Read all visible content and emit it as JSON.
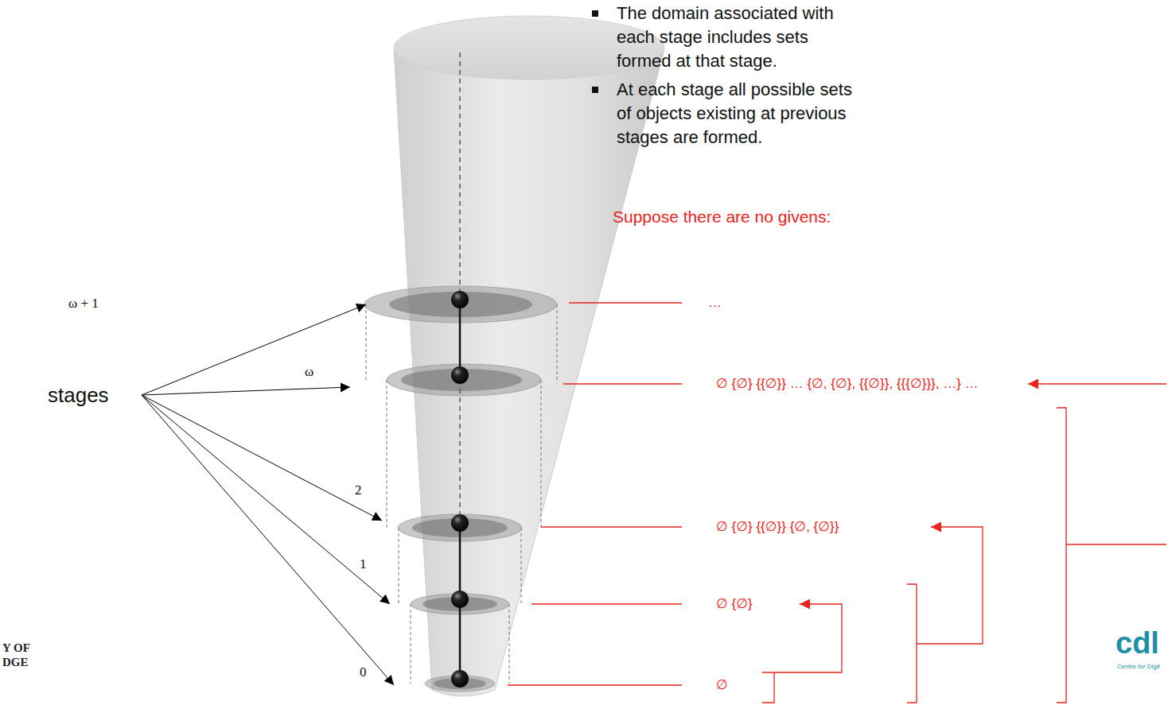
{
  "diagram": {
    "labels": [
      "The domain associated with each stage includes sets formed at that stage.",
      "At each stage all possible sets of objects existing at previous stages are formed.",
      "Suppose there are no givens:",
      "stages",
      "ω + 1",
      "ω",
      "2",
      "1",
      "0",
      "…",
      "∅ {∅} {{∅}} … {∅, {∅}, {{∅}}, {{{∅}}}, …} …",
      "∅ {∅} {{∅}} {∅, {∅}}",
      "∅ {∅}",
      "∅",
      "Y OF",
      "DGE",
      "cdl",
      "Centre for Digit"
    ]
  }
}
